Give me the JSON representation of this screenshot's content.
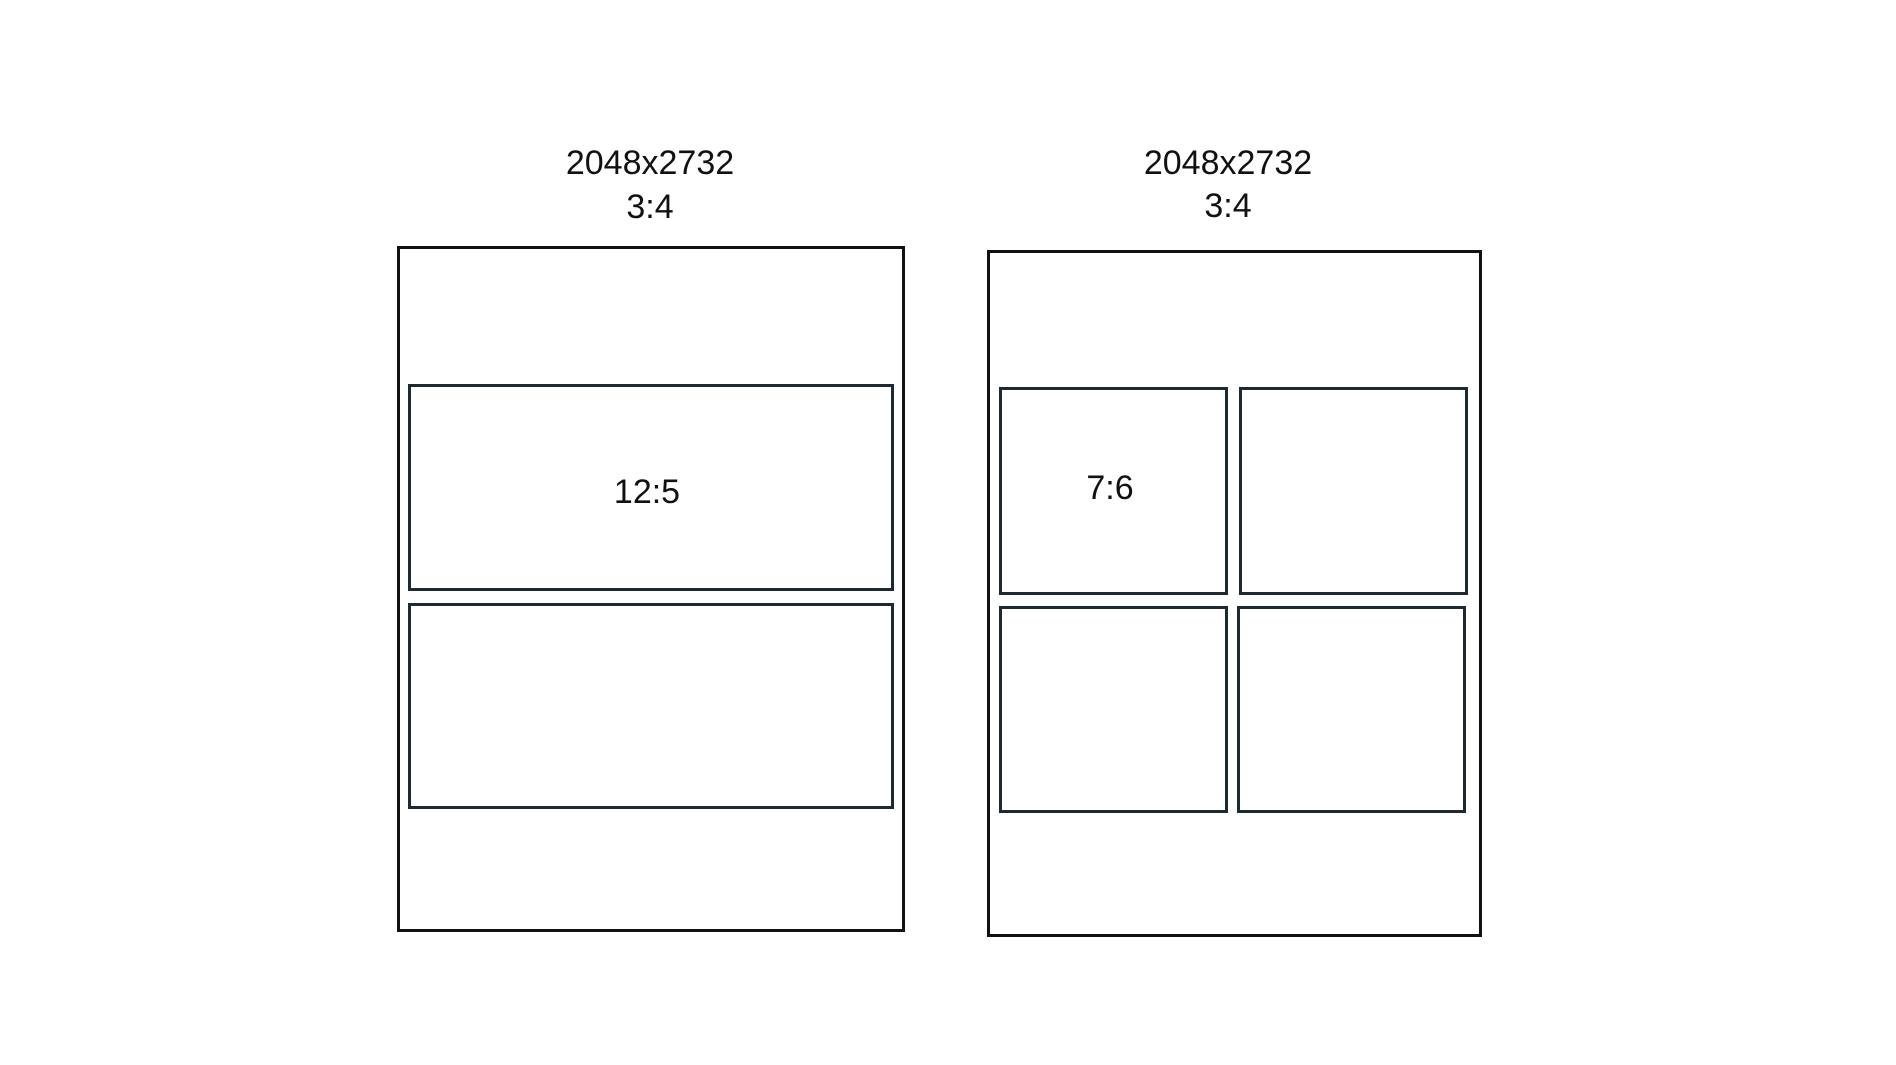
{
  "left_device": {
    "resolution": "2048x2732",
    "ratio": "3:4",
    "panels": [
      {
        "label": "12:5"
      },
      {
        "label": ""
      }
    ]
  },
  "right_device": {
    "resolution": "2048x2732",
    "ratio": "3:4",
    "panels": [
      {
        "label": "7:6"
      },
      {
        "label": ""
      },
      {
        "label": ""
      },
      {
        "label": ""
      }
    ]
  },
  "colors": {
    "outline": "#111111",
    "panel_outline": "#1b2a33",
    "background": "#ffffff"
  }
}
